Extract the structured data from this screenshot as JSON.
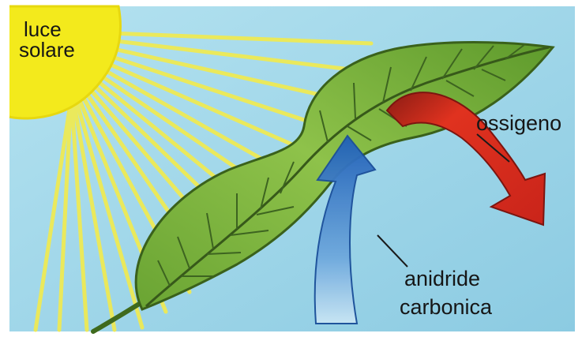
{
  "labels": {
    "sun_line1": "luce",
    "sun_line2": "solare",
    "oxygen": "ossigeno",
    "co2_line1": "anidride",
    "co2_line2": "carbonica"
  },
  "colors": {
    "sky": "#9fd6ea",
    "sun": "#f2ea1a",
    "ray": "#efe95a",
    "leaf": "#7fb53e",
    "leaf_dark": "#3f6a1d",
    "oxygen_arrow": "#d82a1c",
    "co2_arrow": "#2a6fc6"
  },
  "icons": {
    "sun": "sun-icon",
    "leaf": "leaf-icon",
    "oxygen_arrow": "arrow-curved-down-icon",
    "co2_arrow": "arrow-curved-up-icon"
  }
}
